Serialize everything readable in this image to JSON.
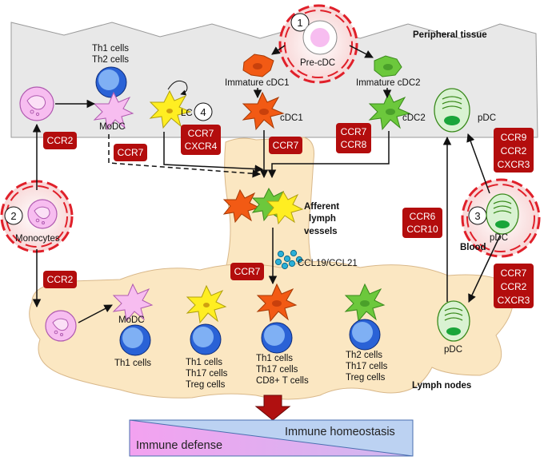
{
  "regions": {
    "peripheral": "Peripheral tissue",
    "afferent": [
      "Afferent",
      "lymph",
      "vessels"
    ],
    "lymph_nodes": "Lymph nodes",
    "blood": "Blood"
  },
  "numbers": [
    "1",
    "2",
    "3",
    "4"
  ],
  "cells": {
    "pre_cdc": "Pre-cDC",
    "immature_cdc1": "Immature cDC1",
    "immature_cdc2": "Immature cDC2",
    "cdc1": "cDC1",
    "cdc2": "cDC2",
    "pdc_tissue": "pDC",
    "pdc_blood": "pDC",
    "pdc_node": "pDC",
    "lc": "LC",
    "modc_tissue": "MoDC",
    "modc_node": "MoDC",
    "monocytes": "Monocytes",
    "th_tissue": [
      "Th1 cells",
      "Th2 cells"
    ],
    "th1_node": "Th1 cells",
    "group_a": [
      "Th1 cells",
      "Th17 cells",
      "Treg cells"
    ],
    "group_b": [
      "Th1 cells",
      "Th17 cells",
      "CD8+ T cells"
    ],
    "group_c": [
      "Th2 cells",
      "Th17 cells",
      "Treg cells"
    ],
    "chemokine": "CCL19/CCL21"
  },
  "badges": {
    "ccr2_left_top": [
      "CCR2"
    ],
    "ccr2_left_bottom": [
      "CCR2"
    ],
    "ccr7_modc": [
      "CCR7"
    ],
    "ccr7_cxcr4": [
      "CCR7",
      "CXCR4"
    ],
    "ccr7_cdc1": [
      "CCR7"
    ],
    "ccr7_ccr8": [
      "CCR7",
      "CCR8"
    ],
    "ccr6_ccr10": [
      "CCR6",
      "CCR10"
    ],
    "ccr9_group": [
      "CCR9",
      "CCR2",
      "CXCR3"
    ],
    "ccr7_group": [
      "CCR7",
      "CCR2",
      "CXCR3"
    ],
    "ccr7_node": [
      "CCR7"
    ]
  },
  "gradient_bar": {
    "top_right": "Immune homeostasis",
    "bottom_left": "Immune defense"
  },
  "colors": {
    "badge": "#b30d0d",
    "tissue": "#e8e8e8",
    "node": "#fbe7c2",
    "dashed_ring": "#e0202a",
    "cdc1": "#f25a14",
    "cdc2": "#6cc83c",
    "lc": "#ffee22",
    "modc": "#f7bdf0",
    "tcell": "#2a62d6",
    "pdc": "#d9f2d2",
    "chemokine": "#2ab0d8",
    "bar_left": "#f3a2f0",
    "bar_right": "#bcd2f2",
    "down_arrow": "#b01010"
  }
}
